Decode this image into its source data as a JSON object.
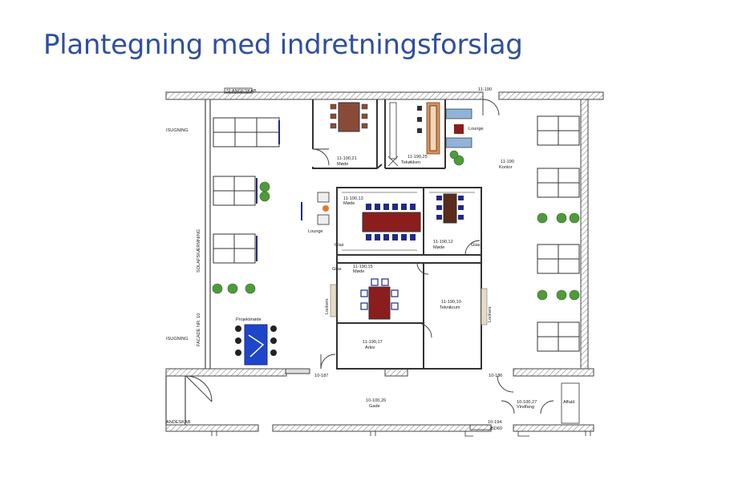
{
  "page": {
    "title": "Plantegning med indretningsforslag"
  },
  "plan": {
    "room_labels": [
      {
        "key": "slangeskab",
        "text": "SLANGESKAB"
      },
      {
        "key": "r11190",
        "text": "11-190"
      },
      {
        "key": "lounge1",
        "text": "Lounge"
      },
      {
        "key": "r11190_21",
        "text": "11-190,21"
      },
      {
        "key": "r11190_21_name",
        "text": "Møde"
      },
      {
        "key": "r11190_25",
        "text": "11-190,25"
      },
      {
        "key": "r11190_25_name",
        "text": "Tekøkken"
      },
      {
        "key": "kontor_id",
        "text": "11-190"
      },
      {
        "key": "kontor_name",
        "text": "Kontor"
      },
      {
        "key": "r11190_13",
        "text": "11-190,13"
      },
      {
        "key": "r11190_13_name",
        "text": "Møde"
      },
      {
        "key": "lounge2",
        "text": "Lounge"
      },
      {
        "key": "glas1",
        "text": "Glas"
      },
      {
        "key": "glas2",
        "text": "Glas"
      },
      {
        "key": "glas3",
        "text": "Glas"
      },
      {
        "key": "r11190_12",
        "text": "11-190,12"
      },
      {
        "key": "r11190_12_name",
        "text": "Møde"
      },
      {
        "key": "r11190_15",
        "text": "11-190,15"
      },
      {
        "key": "r11190_15_name",
        "text": "Møde"
      },
      {
        "key": "r11190_10",
        "text": "11-190,10"
      },
      {
        "key": "r11190_10_name",
        "text": "Teknikrum"
      },
      {
        "key": "r11190_17",
        "text": "11-190,17"
      },
      {
        "key": "r11190_17_name",
        "text": "Arkiv"
      },
      {
        "key": "projektmoede",
        "text": "Projektmøde"
      },
      {
        "key": "isugning1",
        "text": "ISUGNING"
      },
      {
        "key": "isugning2",
        "text": "ISUGNING"
      },
      {
        "key": "solafskaermning",
        "text": "SOLAFSKÆRMNING"
      },
      {
        "key": "facade",
        "text": "FACADE NR. 10"
      },
      {
        "key": "lockers1",
        "text": "Lockers"
      },
      {
        "key": "lockers2",
        "text": "Lockers"
      },
      {
        "key": "r10_187",
        "text": "10-187"
      },
      {
        "key": "r10_186",
        "text": "10-186"
      },
      {
        "key": "r10_100_26",
        "text": "10-100,26"
      },
      {
        "key": "r10_100_26_name",
        "text": "Gade"
      },
      {
        "key": "r10_100_27",
        "text": "10-100,27"
      },
      {
        "key": "r10_100_27_name",
        "text": "Vindfang"
      },
      {
        "key": "affald",
        "text": "Affald"
      },
      {
        "key": "r10_194",
        "text": "10-194"
      },
      {
        "key": "andeskab",
        "text": "ANDESKAB"
      },
      {
        "key": "bd60",
        "text": "BD60"
      }
    ],
    "colors": {
      "wall": "#555555",
      "hatch": "#888888",
      "desk_fill": "#ffffff",
      "desk_stroke": "#333333",
      "chair_blue": "#1f2a8a",
      "table_red": "#8b1d1d",
      "table_brown": "#8a4a3a",
      "table_blue": "#1e46c8",
      "plant_green": "#4f9a3a",
      "sofa_blue": "#8fb3d9",
      "locker": "#e6dcc4",
      "orange": "#e07b2a",
      "heading": "#2f4f9e"
    },
    "icons": [
      "door-swing-icon",
      "plant-icon",
      "chair-icon",
      "sofa-icon"
    ]
  }
}
